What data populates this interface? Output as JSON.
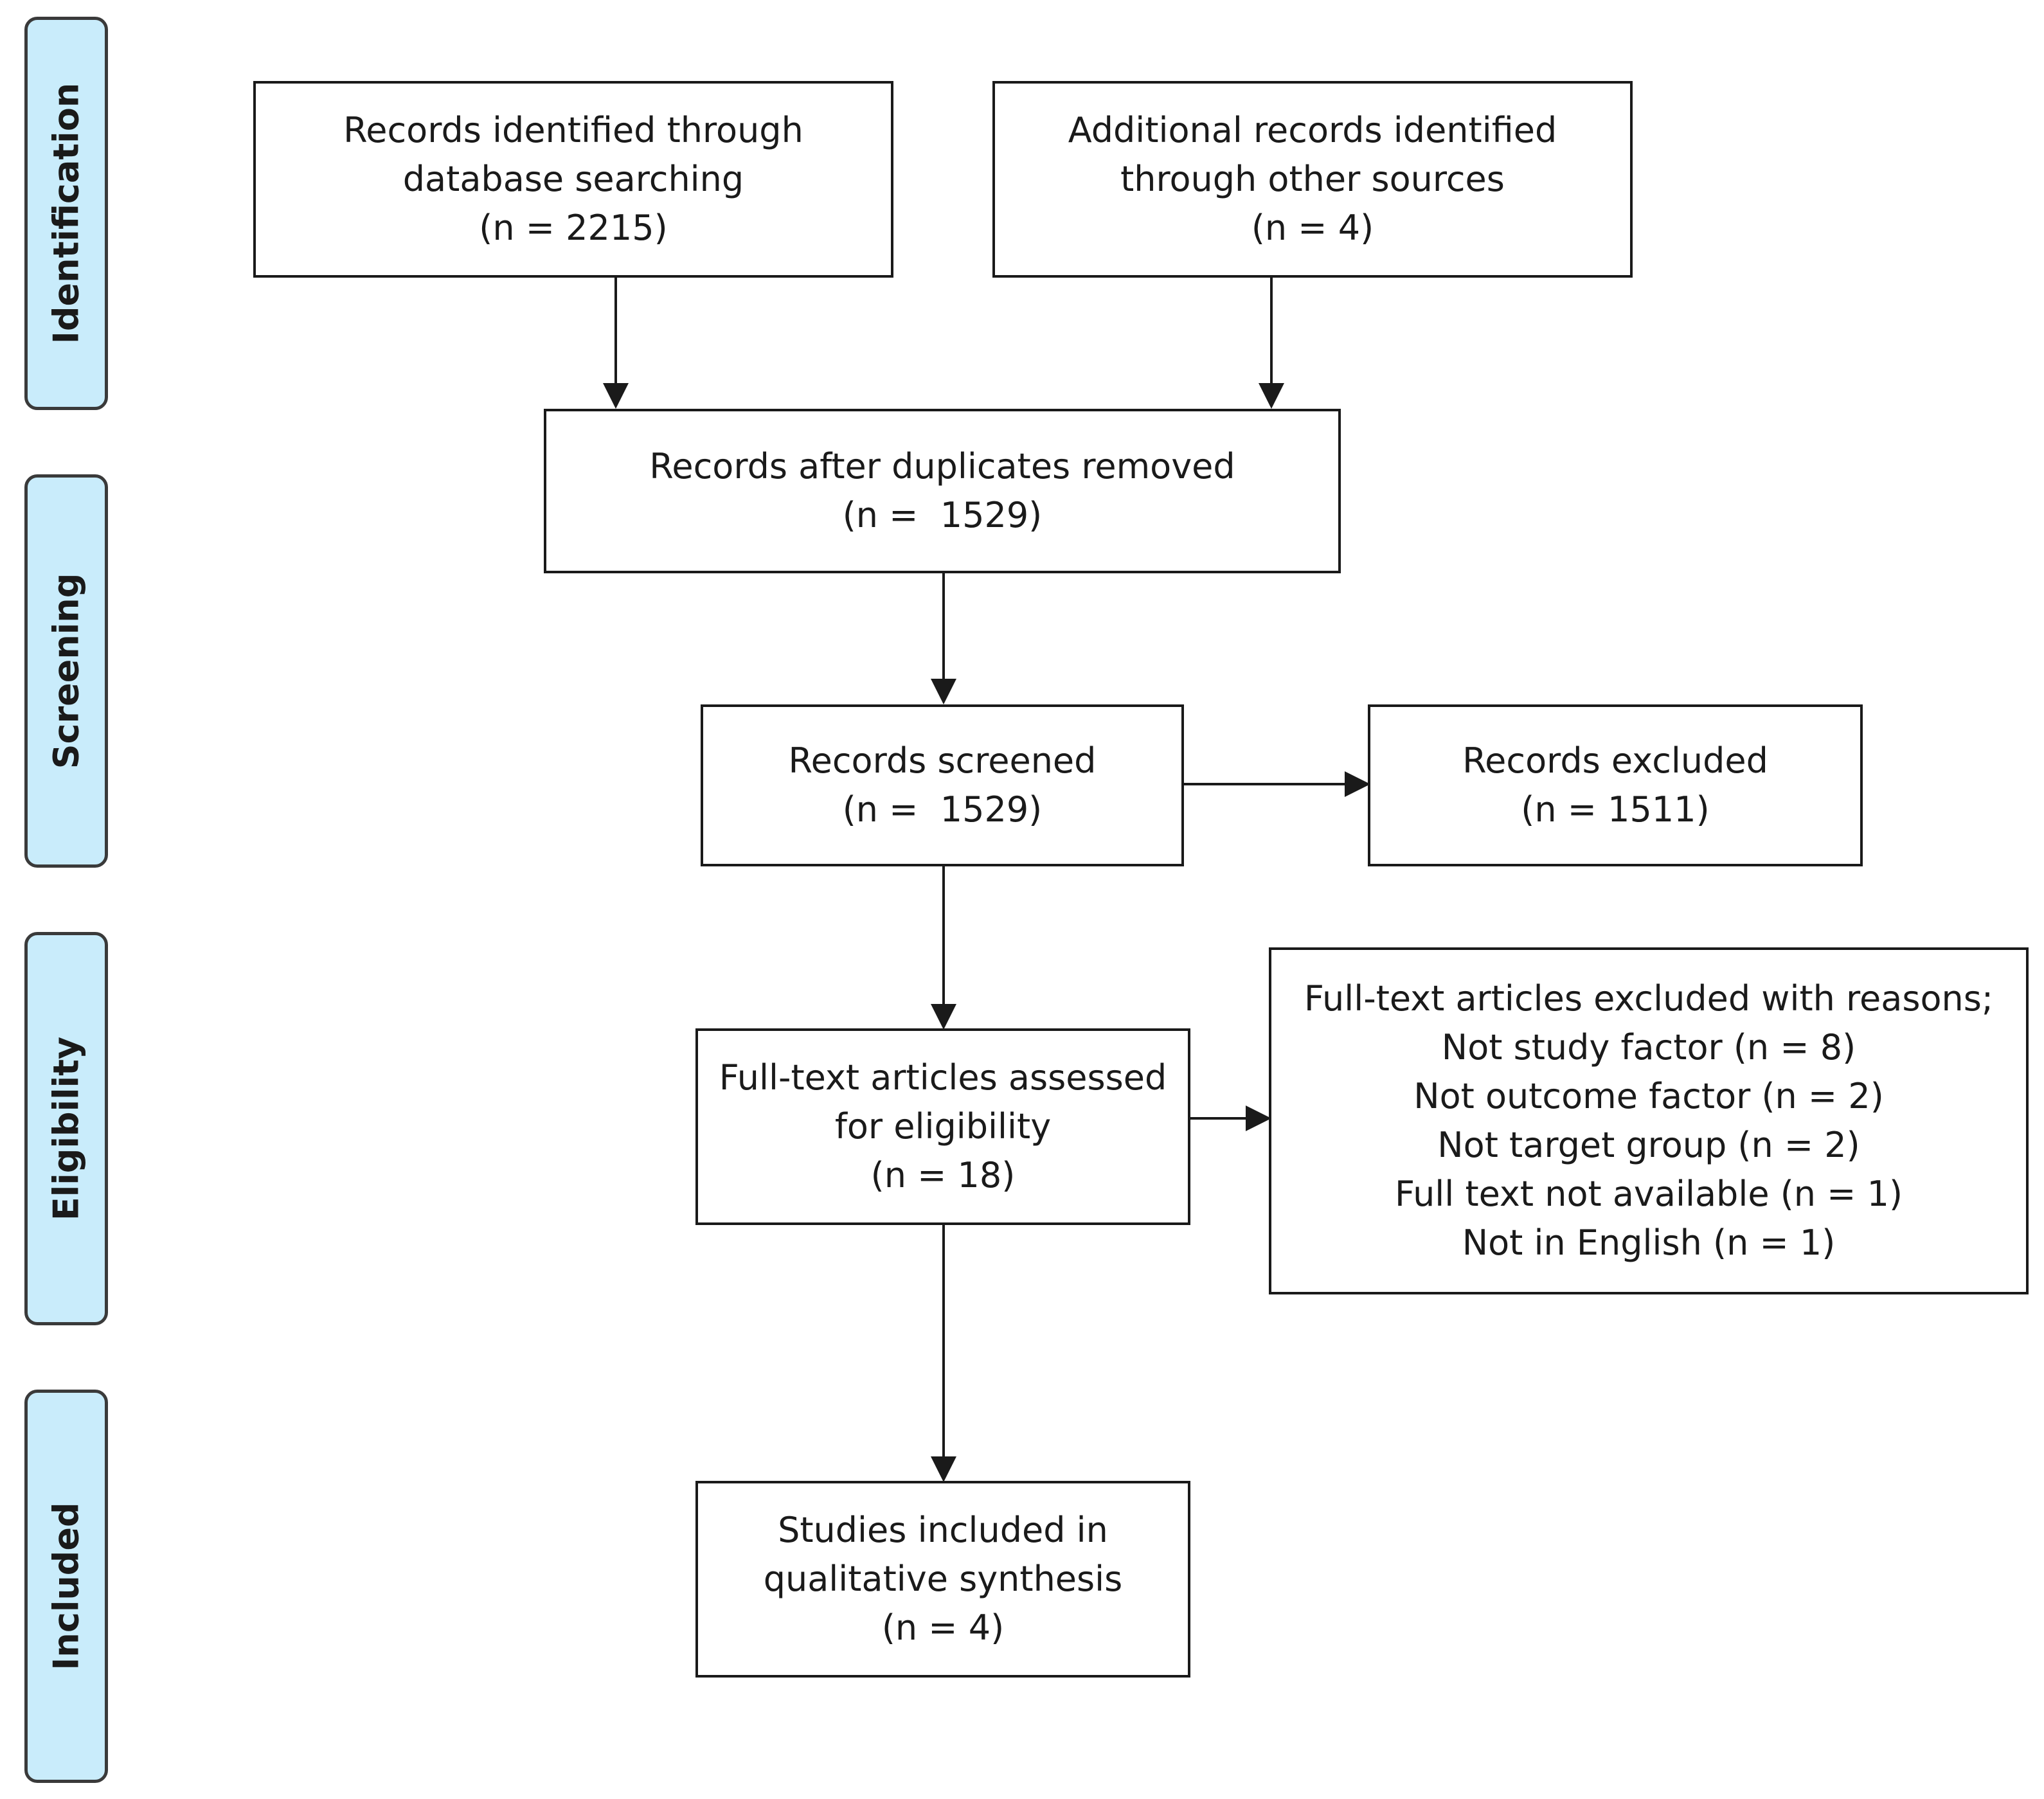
{
  "stages": [
    {
      "id": "identification",
      "label": "Identification"
    },
    {
      "id": "screening",
      "label": "Screening"
    },
    {
      "id": "eligibility",
      "label": "Eligibility"
    },
    {
      "id": "included",
      "label": "Included"
    }
  ],
  "boxes": {
    "database": {
      "lines": [
        "Records identified through",
        "database searching",
        "(n = 2215)"
      ]
    },
    "other_sources": {
      "lines": [
        "Additional records identified",
        "through other sources",
        "(n = 4)"
      ]
    },
    "after_duplicates": {
      "lines": [
        "Records after duplicates removed",
        "(n =  1529)"
      ]
    },
    "screened": {
      "lines": [
        "Records screened",
        "(n =  1529)"
      ]
    },
    "excluded": {
      "lines": [
        "Records excluded",
        "(n = 1511)"
      ]
    },
    "fulltext_assessed": {
      "lines": [
        "Full-text articles assessed",
        "for eligibility",
        "(n = 18)"
      ]
    },
    "fulltext_excluded": {
      "lines": [
        "Full-text articles excluded with reasons;",
        "Not study factor (n = 8)",
        "Not outcome factor (n = 2)",
        "Not target group (n = 2)",
        "Full text not available (n = 1)",
        "Not in English (n = 1)"
      ]
    },
    "included": {
      "lines": [
        "Studies included in",
        "qualitative synthesis",
        "(n = 4)"
      ]
    }
  },
  "colors": {
    "stage_fill": "#c9ecfb",
    "stage_border": "#3a3a3a",
    "box_border": "#1a1a1a",
    "arrow": "#1a1a1a"
  }
}
